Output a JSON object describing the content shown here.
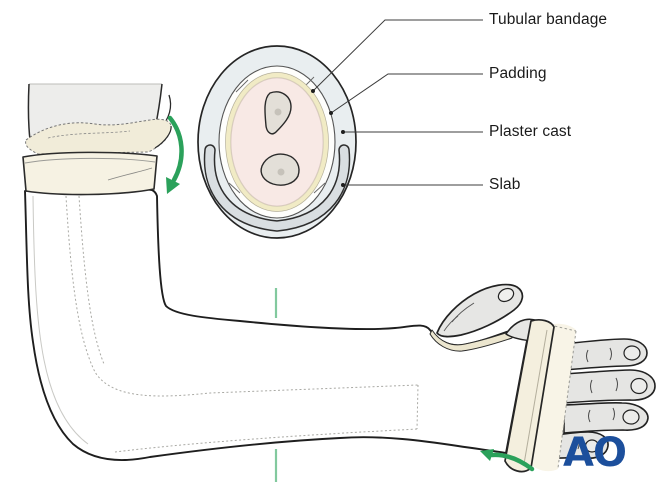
{
  "cross_section": {
    "layer_labels": [
      {
        "text": "Tubular bandage",
        "swatch": "#f1ebc5"
      },
      {
        "text": "Padding",
        "swatch": "#ffffff"
      },
      {
        "text": "Plaster cast",
        "swatch": "#e9eef0"
      },
      {
        "text": "Slab",
        "swatch": "#d9dee1"
      }
    ],
    "soft_tissue_color": "#f8e9e5",
    "bone_color": "#e3dfd8"
  },
  "annotations": {
    "fold_arrow_color": "#2ba15b",
    "alignment_tick_color": "#82c99e",
    "elbow_arrow": "fold tubular bandage over proximal cast edge",
    "wrist_arrow": "fold tubular bandage over distal cast edge"
  },
  "logo": {
    "text": "AO",
    "color": "#1c4f9c"
  }
}
